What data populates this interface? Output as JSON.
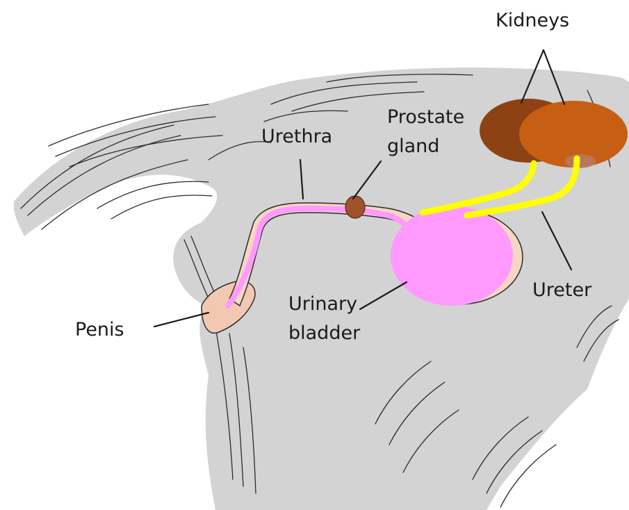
{
  "labels": {
    "kidneys": "Kidneys",
    "prostate_line1": "Prostate",
    "prostate_line2": "gland",
    "urethra": "Urethra",
    "ureter": "Ureter",
    "urinary_line1": "Urinary",
    "urinary_line2": "bladder",
    "penis": "Penis"
  },
  "colors": {
    "body": "#d3d3d4",
    "fur_stroke": "#2a2a2a",
    "kidney_back": "#8c4212",
    "kidney_front": "#c65f14",
    "ureter": "#ffff00",
    "urethra_bladder": "#ff99ff",
    "prostate": "#a0522d",
    "penis_tissue": "#f2c9b0",
    "outline_tissue": "#f4d6c2"
  }
}
